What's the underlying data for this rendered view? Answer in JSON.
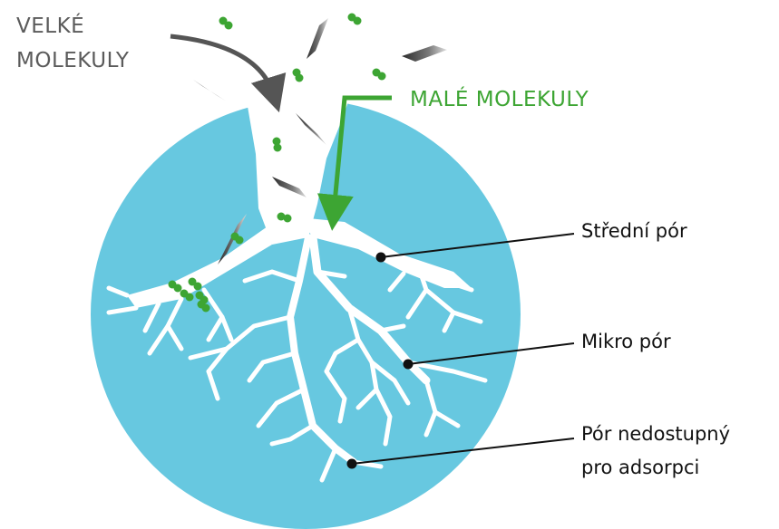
{
  "labels": {
    "large_line1": "VELKÉ",
    "large_line2": "MOLEKULY",
    "small": "MALÉ MOLEKULY",
    "medium_pore": "Střední pór",
    "micro_pore": "Mikro pór",
    "inaccessible_line1": "Pór nedostupný",
    "inaccessible_line2": "pro adsorpci"
  },
  "colors": {
    "particle": "#67c8e0",
    "pores": "#ffffff",
    "small_molecule": "#3da533",
    "large_molecule": "#4a4a4a",
    "arrow_large": "#555555",
    "arrow_small": "#3da533",
    "text_large": "#5b5b5b",
    "leader": "#111111"
  }
}
